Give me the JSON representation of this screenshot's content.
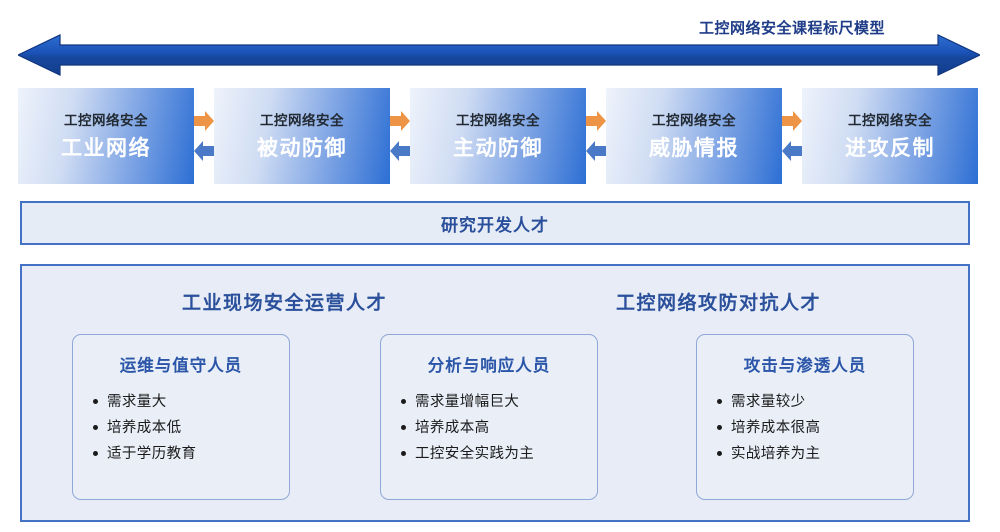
{
  "diagram": {
    "title": "工控网络安全课程标尺模型",
    "axis_arrow": {
      "name": "double-headed-arrow",
      "direction": "bidirectional",
      "color": "#1f56b4"
    },
    "stages": [
      {
        "prefix": "工控网络安全",
        "name": "工业网络"
      },
      {
        "prefix": "工控网络安全",
        "name": "被动防御"
      },
      {
        "prefix": "工控网络安全",
        "name": "主动防御"
      },
      {
        "prefix": "工控网络安全",
        "name": "威胁情报"
      },
      {
        "prefix": "工控网络安全",
        "name": "进攻反制"
      }
    ],
    "connectors": {
      "forward_color": "#ed9447",
      "backward_color": "#4a79c8"
    },
    "research_bar": {
      "label": "研究开发人才"
    },
    "talent_panel": {
      "groups": [
        {
          "label": "工业现场安全运营人才"
        },
        {
          "label": "工控网络攻防对抗人才"
        }
      ],
      "cards": [
        {
          "title": "运维与值守人员",
          "items": [
            "需求量大",
            "培养成本低",
            "适于学历教育"
          ]
        },
        {
          "title": "分析与响应人员",
          "items": [
            "需求量增幅巨大",
            "培养成本高",
            "工控安全实践为主"
          ]
        },
        {
          "title": "攻击与渗透人员",
          "items": [
            "需求量较少",
            "培养成本很高",
            "实战培养为主"
          ]
        }
      ]
    },
    "colors": {
      "accent_blue": "#4472c4",
      "title_navy": "#1f3c88",
      "panel_bg": "#e7ecf6",
      "orange": "#ed9447"
    }
  }
}
